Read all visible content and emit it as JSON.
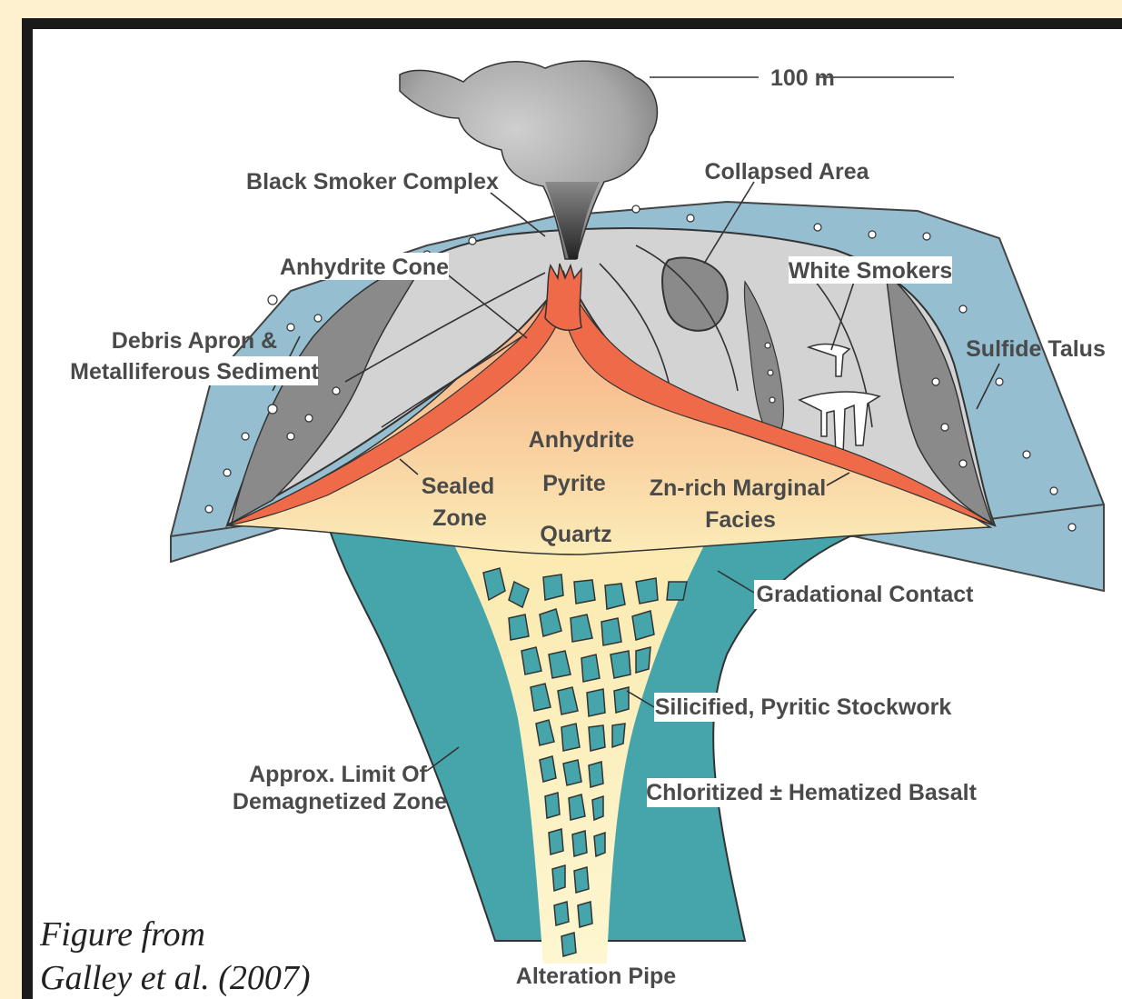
{
  "labels": {
    "scale": "100 m",
    "black_smoker": "Black Smoker Complex",
    "collapsed_area": "Collapsed Area",
    "anhydrite_cone": "Anhydrite Cone",
    "white_smokers": "White Smokers",
    "debris_apron_1": "Debris Apron &",
    "debris_apron_2": "Metalliferous Sediment",
    "sulfide_talus": "Sulfide Talus",
    "anhydrite": "Anhydrite",
    "pyrite": "Pyrite",
    "quartz": "Quartz",
    "sealed_1": "Sealed",
    "sealed_2": "Zone",
    "zn_rich_1": "Zn-rich Marginal",
    "zn_rich_2": "Facies",
    "gradational_contact": "Gradational Contact",
    "stockwork": "Silicified, Pyritic Stockwork",
    "chloritized": "Chloritized ± Hematized Basalt",
    "approx_limit_1": "Approx. Limit Of",
    "approx_limit_2": "Demagnetized Zone",
    "alteration_pipe": "Alteration Pipe"
  },
  "caption": {
    "line1": "Figure from",
    "line2": "Galley et al. (2007)"
  },
  "colors": {
    "seafloor": "#95bed0",
    "mound_grey": "#d3d3d3",
    "talus_dark": "#8a8a8a",
    "anhydrite_red": "#ee6a48",
    "core_peach": "#f7b98d",
    "core_yellow": "#fbf0bb",
    "basalt_teal": "#45a5ab",
    "smoke": "#555555"
  }
}
